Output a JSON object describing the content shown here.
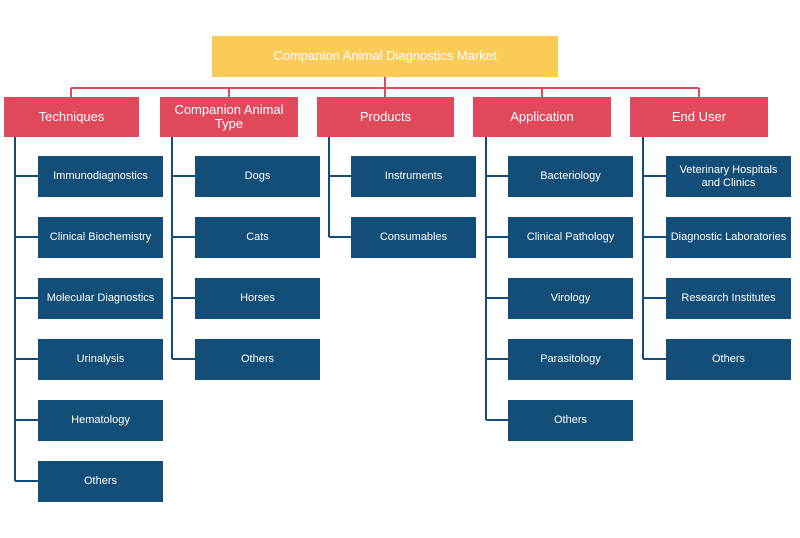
{
  "title": "Companion Animal Diagnostics Market",
  "colors": {
    "root_fill": "#fbcb57",
    "category_fill": "#e0485b",
    "leaf_fill": "#124e78",
    "connector": "#e0485b"
  },
  "categories": [
    {
      "label": "Techniques",
      "items": [
        "Immunodiagnostics",
        "Clinical Biochemistry",
        "Molecular Diagnostics",
        "Urinalysis",
        "Hematology",
        "Others"
      ]
    },
    {
      "label": "Companion Animal Type",
      "items": [
        "Dogs",
        "Cats",
        "Horses",
        "Others"
      ]
    },
    {
      "label": "Products",
      "items": [
        "Instruments",
        "Consumables"
      ]
    },
    {
      "label": "Application",
      "items": [
        "Bacteriology",
        "Clinical Pathology",
        "Virology",
        "Parasitology",
        "Others"
      ]
    },
    {
      "label": "End User",
      "items": [
        "Veterinary Hospitals and Clinics",
        "Diagnostic Laboratories",
        "Research Institutes",
        "Others"
      ]
    }
  ]
}
